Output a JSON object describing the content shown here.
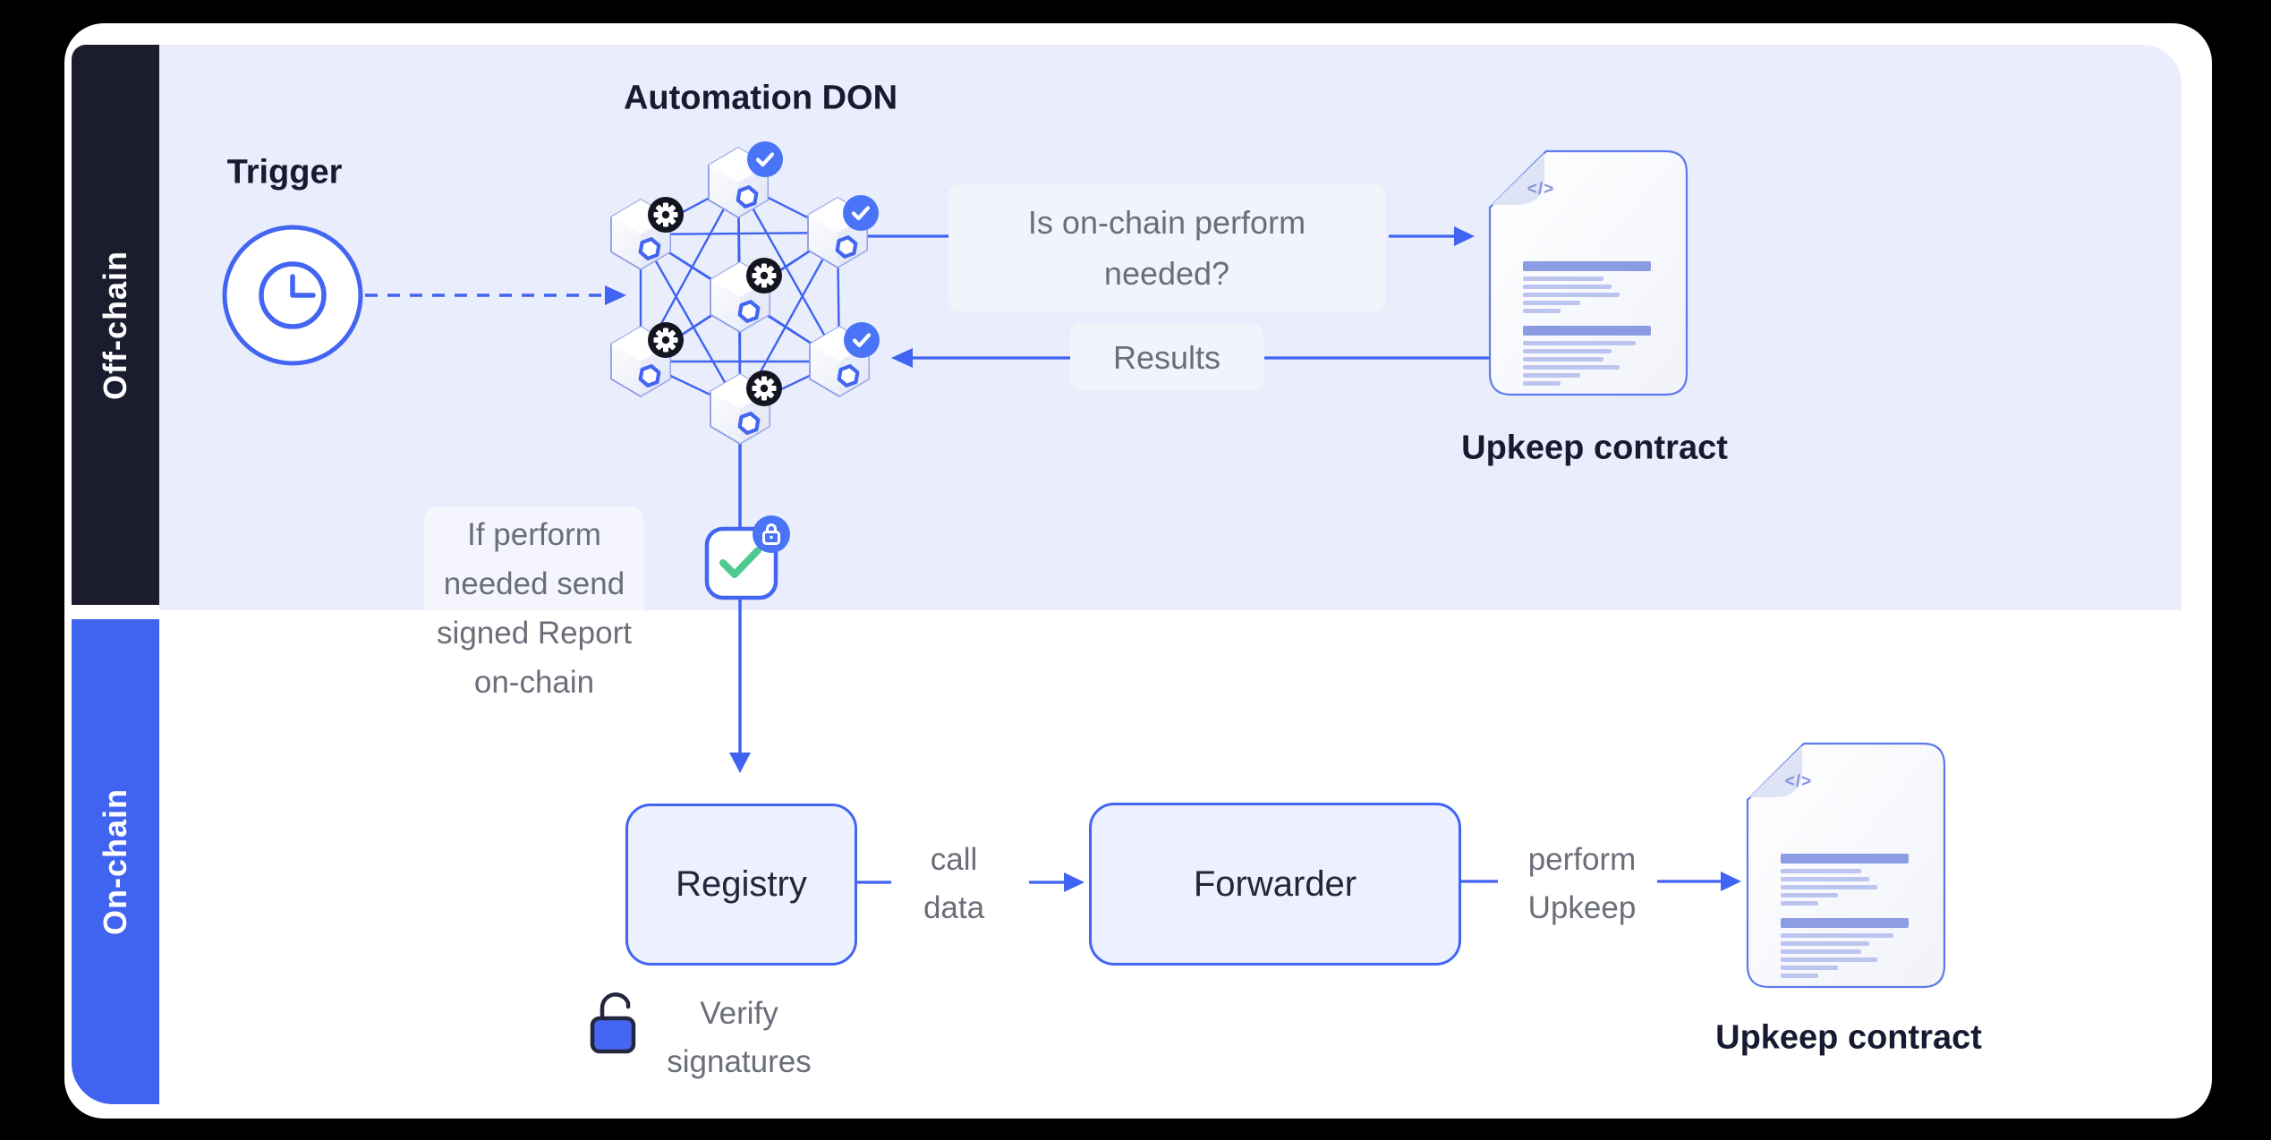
{
  "sidebars": {
    "offchain": "Off-chain",
    "onchain": "On-chain"
  },
  "labels": {
    "trigger": "Trigger",
    "automation_don": "Automation DON",
    "is_onchain": [
      "Is on-chain perform",
      "needed?"
    ],
    "results": "Results",
    "if_perform": [
      "If perform",
      "needed send",
      "signed Report",
      "on-chain"
    ],
    "upkeep_contract_top": "Upkeep contract",
    "upkeep_contract_bottom": "Upkeep contract",
    "call_data": [
      "call",
      "data"
    ],
    "perform_upkeep": [
      "perform",
      "Upkeep"
    ],
    "verify_signatures": [
      "Verify",
      "signatures"
    ]
  },
  "boxes": {
    "registry": "Registry",
    "forwarder": "Forwarder"
  },
  "icons": {
    "code_glyph": "</>",
    "clock": "clock-icon",
    "gear": "gear-icon",
    "check": "check-icon",
    "lock": "lock-icon",
    "open_lock": "open-lock-icon",
    "document": "document-icon",
    "don_network": "hexagon-node-mesh"
  },
  "colors": {
    "accent_blue": "#3F63F2",
    "badge_blue": "#4A74F7",
    "sidebar_dark": "#1B1C2E",
    "sidebar_blue": "#4164F0",
    "offchain_bg": "#EAEDFB",
    "label_bg": "#F2F4FC",
    "box_fill": "#EDF0FD",
    "title_text": "#171B31",
    "muted_text": "#6A6E78",
    "green_check": "#4EC990",
    "doc_border": "#5D7AE9"
  }
}
